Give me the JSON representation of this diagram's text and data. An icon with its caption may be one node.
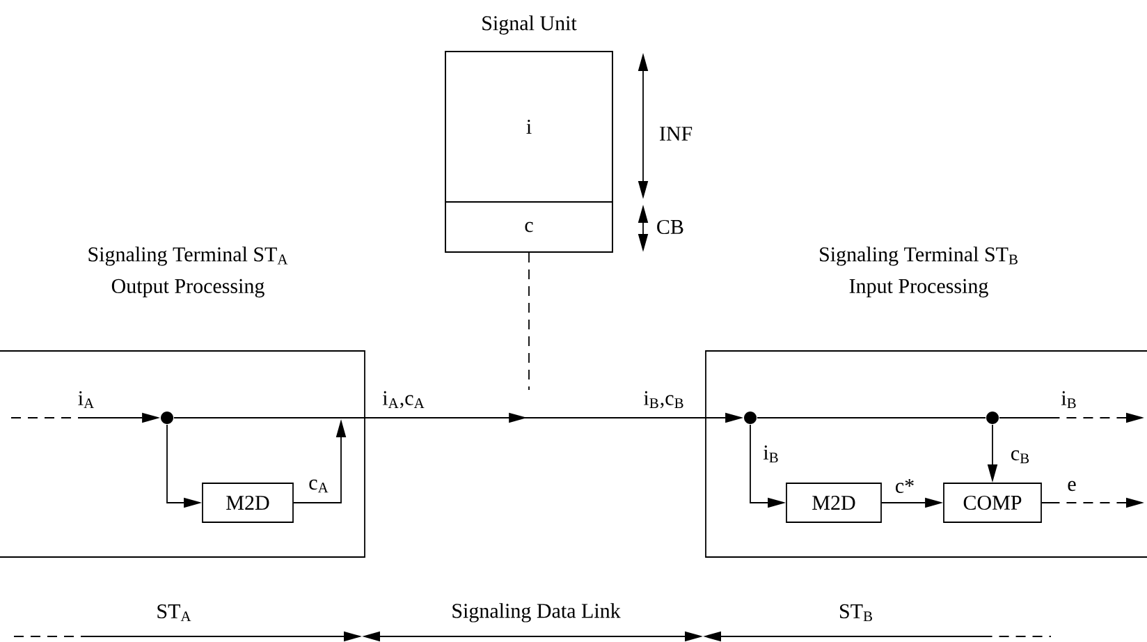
{
  "diagram": {
    "nodes": [
      {
        "text": [
          "Signal Unit"
        ]
      },
      {
        "text": [
          "i"
        ],
        "in": 0
      },
      {
        "text": [
          "c"
        ],
        "in": 0
      },
      {
        "text": [
          "Signaling Terminal ST$_{A}$",
          "Output Processing"
        ]
      },
      {
        "text": [],
        "shape": "circle",
        "in": 3
      },
      {
        "text": [
          "M2D"
        ],
        "in": 3
      },
      {
        "text": [
          "Signaling Terminal ST$_{B}$",
          "Input Processing"
        ]
      },
      {
        "text": [],
        "shape": "circle",
        "in": 6
      },
      {
        "text": [],
        "shape": "circle",
        "in": 6
      },
      {
        "text": [
          "M2D"
        ],
        "in": 6
      },
      {
        "text": [
          "COMP"
        ],
        "in": 6
      }
    ],
    "edges": [
      {
        "from": null,
        "to": 4,
        "arrow": "to",
        "label": "i$_{A}$",
        "style": "dashed"
      },
      {
        "from": 4,
        "to": 5,
        "arrow": "to"
      },
      {
        "from": 5,
        "to": null,
        "arrow": "to",
        "label": "c$_{A}$"
      },
      {
        "from": 4,
        "to": 7,
        "arrow": "to",
        "label": "i$_{A}$,c$_{A}$"
      },
      {
        "from": 2,
        "to": null,
        "arrow": "none",
        "style": "dashed"
      },
      {
        "from": 7,
        "to": 8,
        "arrow": "none"
      },
      {
        "from": 8,
        "to": null,
        "arrow": "to",
        "label": "i$_{B}$",
        "style": "dashed"
      },
      {
        "from": 7,
        "to": 9,
        "arrow": "to",
        "label": "i$_{B}$"
      },
      {
        "from": 8,
        "to": 10,
        "arrow": "to",
        "label": "c$_{B}$"
      },
      {
        "from": 9,
        "to": 10,
        "arrow": "to",
        "label": "c*"
      },
      {
        "from": 10,
        "to": null,
        "arrow": "to",
        "label": "e",
        "style": "dashed"
      }
    ],
    "labels": [
      "INF",
      "CB",
      "i$_{B}$,c$_{B}$",
      "ST$_{A}$",
      "Signaling Data Link",
      "ST$_{B}$"
    ]
  }
}
